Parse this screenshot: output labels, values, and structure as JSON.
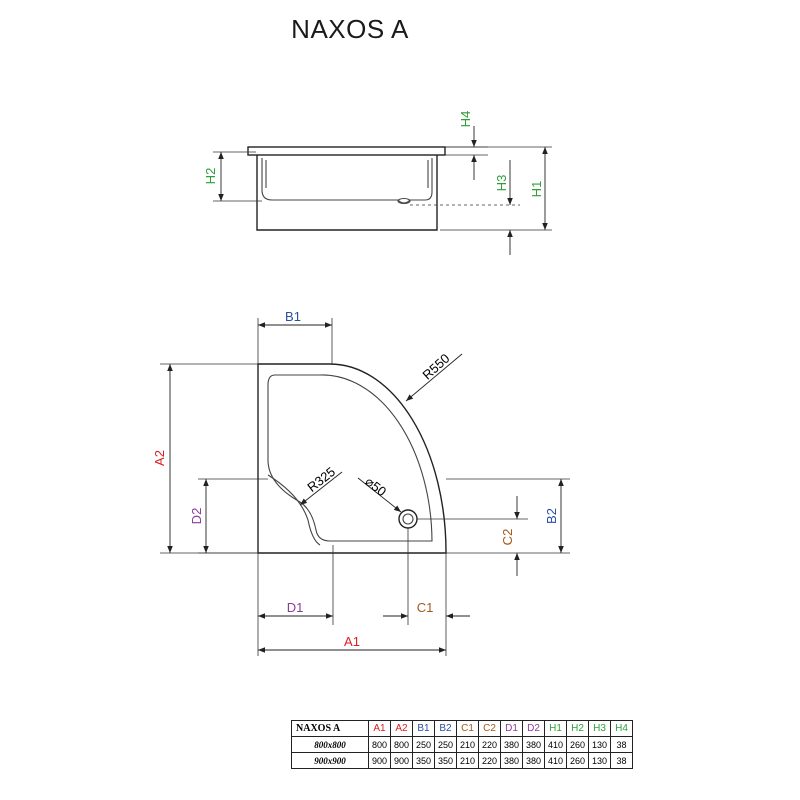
{
  "title": "NAXOS A",
  "colors": {
    "A": "#d81e1e",
    "B": "#2a4fa0",
    "C": "#a05a1e",
    "D": "#8a3c9c",
    "H": "#2e9e3a",
    "line": "#222222"
  },
  "side_view": {
    "labels": {
      "h1": "H1",
      "h2": "H2",
      "h3": "H3",
      "h4": "H4"
    }
  },
  "top_view": {
    "labels": {
      "a1": "A1",
      "a2": "A2",
      "b1": "B1",
      "b2": "B2",
      "c1": "C1",
      "c2": "C2",
      "d1": "D1",
      "d2": "D2",
      "r_outer": "R550",
      "r_seat": "R325",
      "drain": "⌀50"
    }
  },
  "table": {
    "model_header": "NAXOS A",
    "columns": [
      {
        "label": "A1",
        "color_key": "A"
      },
      {
        "label": "A2",
        "color_key": "A"
      },
      {
        "label": "B1",
        "color_key": "B"
      },
      {
        "label": "B2",
        "color_key": "B"
      },
      {
        "label": "C1",
        "color_key": "C"
      },
      {
        "label": "C2",
        "color_key": "C"
      },
      {
        "label": "D1",
        "color_key": "D"
      },
      {
        "label": "D2",
        "color_key": "D"
      },
      {
        "label": "H1",
        "color_key": "H"
      },
      {
        "label": "H2",
        "color_key": "H"
      },
      {
        "label": "H3",
        "color_key": "H"
      },
      {
        "label": "H4",
        "color_key": "H"
      }
    ],
    "rows": [
      {
        "model": "800x800",
        "values": [
          "800",
          "800",
          "250",
          "250",
          "210",
          "220",
          "380",
          "380",
          "410",
          "260",
          "130",
          "38"
        ]
      },
      {
        "model": "900x900",
        "values": [
          "900",
          "900",
          "350",
          "350",
          "210",
          "220",
          "380",
          "380",
          "410",
          "260",
          "130",
          "38"
        ]
      }
    ]
  }
}
